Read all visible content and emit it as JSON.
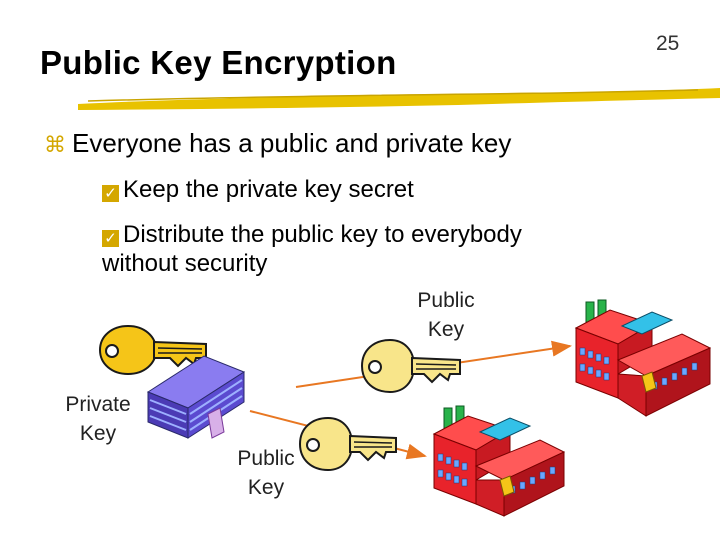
{
  "slide": {
    "number": "25",
    "title": "Public Key Encryption"
  },
  "bullets": {
    "main": "Everyone has a public and private key",
    "sub1": "Keep the private key secret",
    "sub2_line1": "Distribute the public key to everybody",
    "sub2_line2": "without security"
  },
  "diagram": {
    "public_key_label_top": [
      "Public",
      "Key"
    ],
    "private_key_label": [
      "Private",
      "Key"
    ],
    "public_key_label_bottom": [
      "Public",
      "Key"
    ],
    "colors": {
      "key_gold": "#f5c518",
      "key_outline": "#1a1a1a",
      "arrow": "#e87722",
      "building_red": "#e8232b",
      "building_blue": "#6a5acd",
      "bullet_gold": "#d4a700"
    }
  }
}
